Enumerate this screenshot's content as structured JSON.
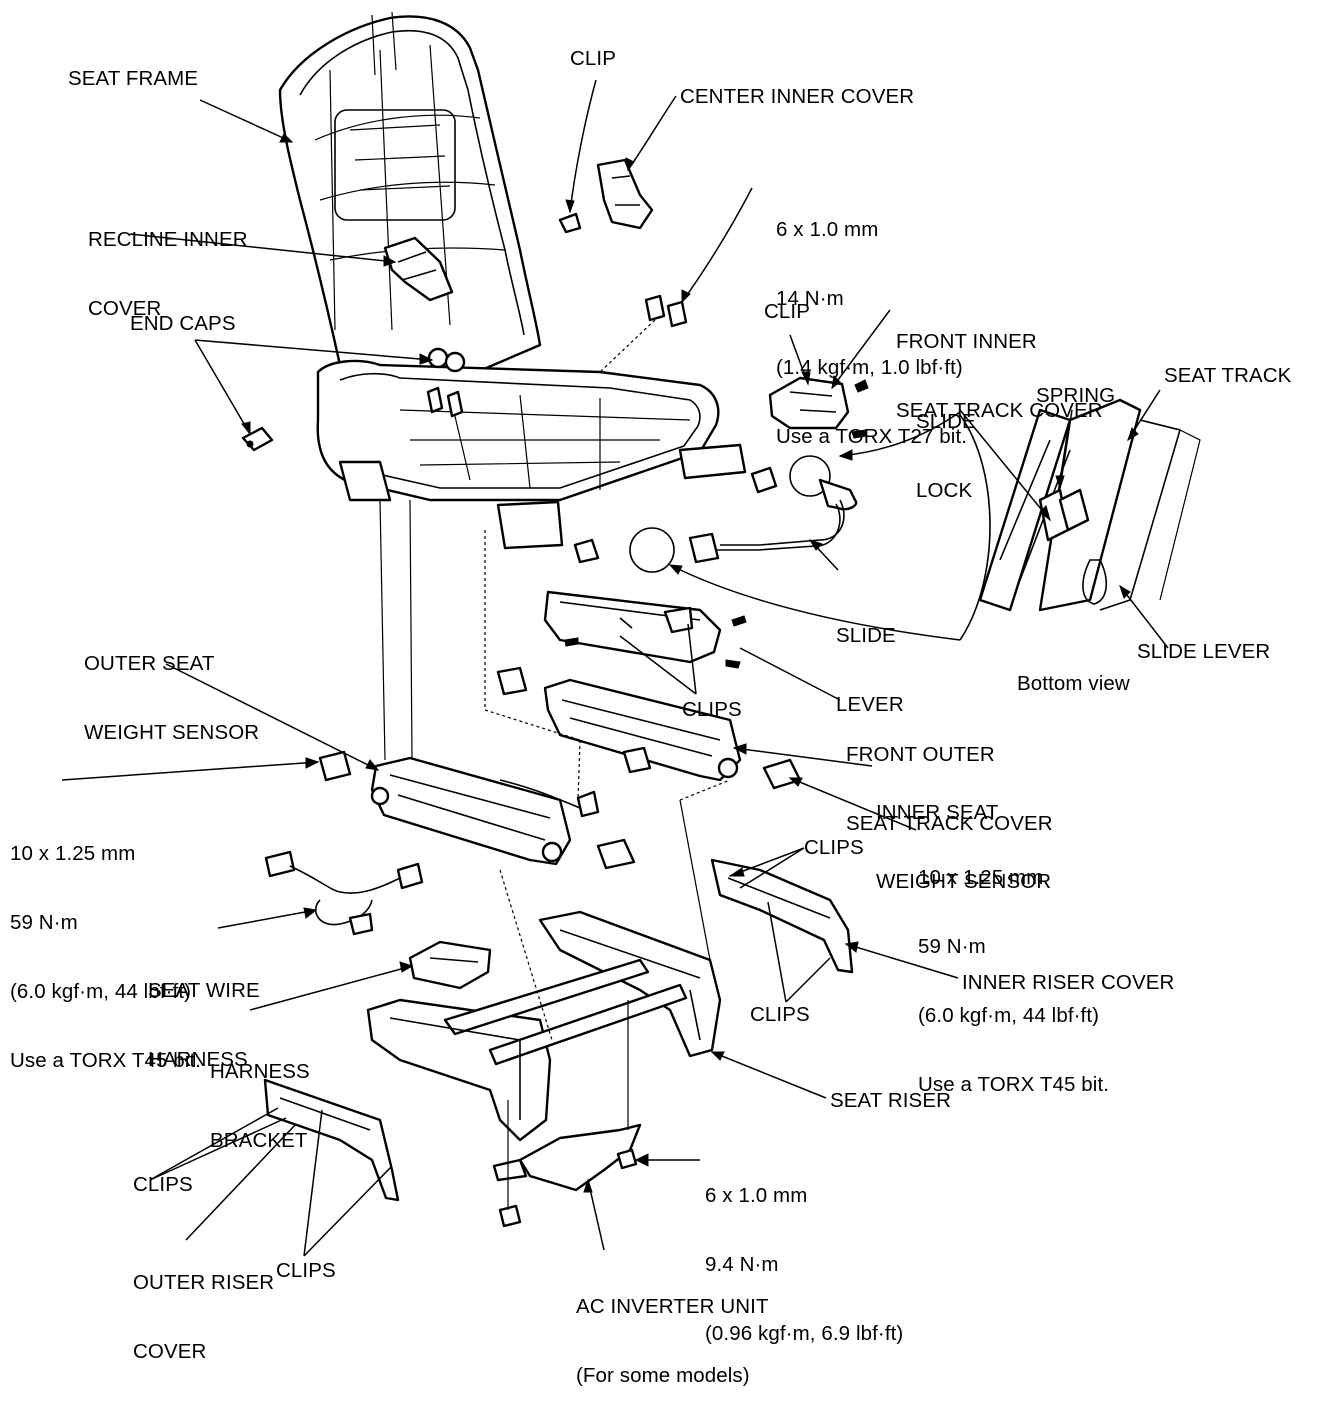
{
  "labels": {
    "seat_frame": [
      "SEAT FRAME"
    ],
    "clip_top": [
      "CLIP"
    ],
    "center_inner_cover": [
      "CENTER INNER COVER"
    ],
    "recline_inner_cover": [
      "RECLINE INNER",
      "COVER"
    ],
    "bolt_t27": [
      "6 x 1.0 mm",
      "14 N·m",
      "(1.4 kgf·m, 1.0 lbf·ft)",
      "Use a TORX T27 bit."
    ],
    "end_caps": [
      "END CAPS"
    ],
    "clip_mid": [
      "CLIP"
    ],
    "front_inner_seat_track_cover": [
      "FRONT INNER",
      "SEAT TRACK COVER"
    ],
    "slide_lock": [
      "SLIDE",
      "LOCK"
    ],
    "spring": [
      "SPRING"
    ],
    "seat_track": [
      "SEAT TRACK"
    ],
    "slide_lever_center": [
      "SLIDE",
      "LEVER"
    ],
    "slide_lever_right": [
      "SLIDE LEVER"
    ],
    "bottom_view": [
      "Bottom view"
    ],
    "outer_seat_weight_sensor": [
      "OUTER SEAT",
      "WEIGHT SENSOR"
    ],
    "clips_center": [
      "CLIPS"
    ],
    "front_outer_seat_track_cover": [
      "FRONT OUTER",
      "SEAT TRACK COVER"
    ],
    "inner_seat_weight_sensor": [
      "INNER SEAT",
      "WEIGHT SENSOR"
    ],
    "bolt_t45_left": [
      "10 x 1.25 mm",
      "59 N·m",
      "(6.0 kgf·m, 44 lbf·ft)",
      "Use a TORX T45 bit."
    ],
    "bolt_t45_right": [
      "10 x 1.25 mm",
      "59 N·m",
      "(6.0 kgf·m, 44 lbf·ft)",
      "Use a TORX T45 bit."
    ],
    "clips_right_upper": [
      "CLIPS"
    ],
    "seat_wire_harness": [
      "SEAT WIRE",
      "HARNESS"
    ],
    "inner_riser_cover": [
      "INNER RISER COVER"
    ],
    "clips_right_lower": [
      "CLIPS"
    ],
    "harness_bracket": [
      "HARNESS",
      "BRACKET"
    ],
    "seat_riser": [
      "SEAT RISER"
    ],
    "bolt_9_4": [
      "6 x 1.0 mm",
      "9.4 N·m",
      "(0.96 kgf·m, 6.9 lbf·ft)"
    ],
    "clips_left": [
      "CLIPS"
    ],
    "outer_riser_cover": [
      "OUTER RISER",
      "COVER"
    ],
    "clips_bottom": [
      "CLIPS"
    ],
    "ac_inverter_unit": [
      "AC INVERTER UNIT",
      "(For some models)"
    ]
  }
}
